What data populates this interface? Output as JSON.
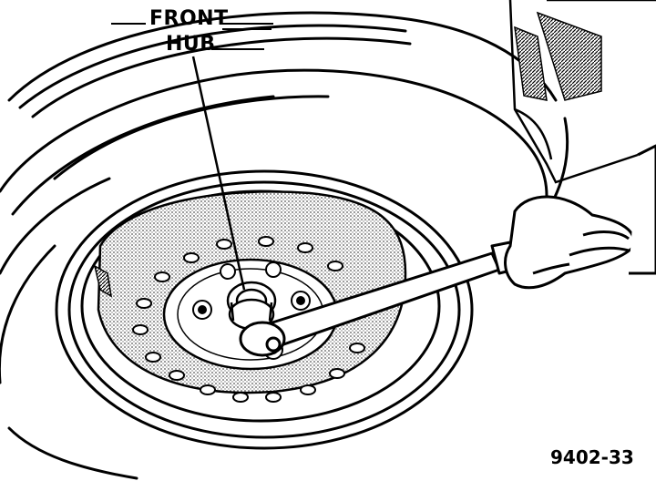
{
  "callout": {
    "line1": "FRONT",
    "line2": "HUB"
  },
  "figure_code": "9402-33",
  "colors": {
    "ink": "#000000",
    "paper": "#ffffff",
    "shading": "#9a9a9a"
  }
}
